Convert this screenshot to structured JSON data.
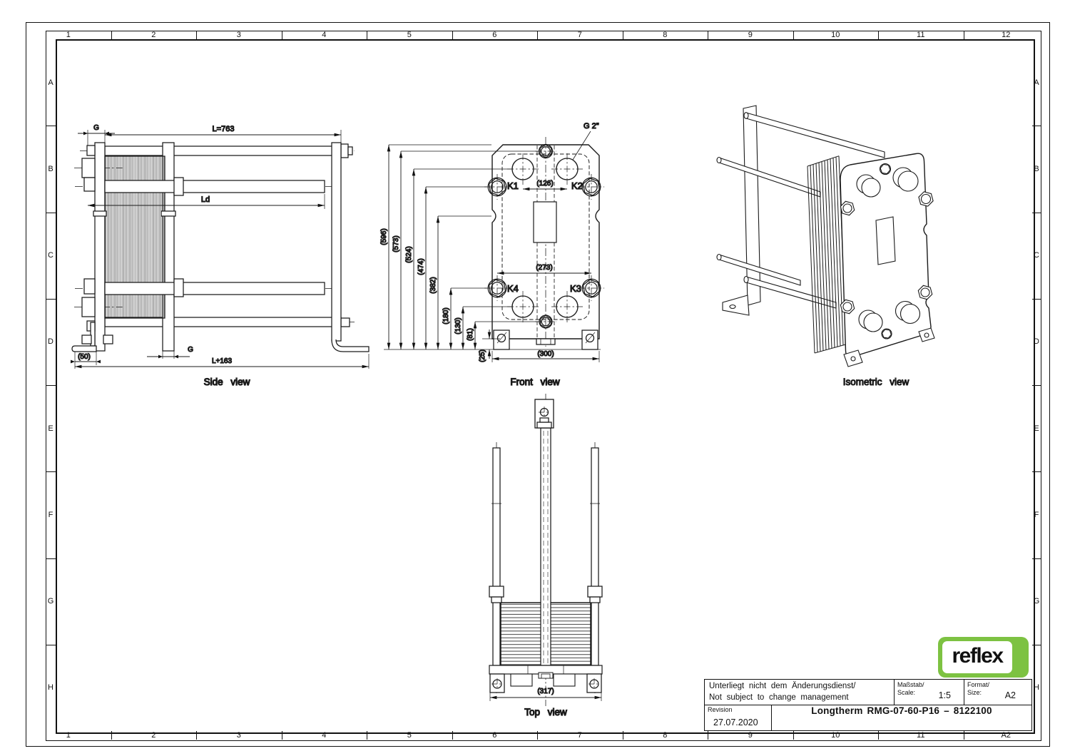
{
  "frame": {
    "cols_top": [
      "1",
      "2",
      "3",
      "4",
      "5",
      "6",
      "7",
      "8",
      "9",
      "10",
      "11",
      "12"
    ],
    "cols_bottom": [
      "1",
      "2",
      "3",
      "4",
      "5",
      "6",
      "7",
      "8",
      "9",
      "10",
      "11",
      "A2"
    ],
    "rows": [
      "A",
      "B",
      "C",
      "D",
      "E",
      "F",
      "G",
      "H"
    ]
  },
  "title_block": {
    "disclaimer_de": "Unterliegt nicht dem Änderungsdienst/",
    "disclaimer_en": "Not subject to change management",
    "scale_label_de": "Maßstab/",
    "scale_label_en": "Scale:",
    "scale_value": "1:5",
    "format_label_de": "Format/",
    "format_label_en": "Size:",
    "format_value": "A2",
    "revision_label": "Revision",
    "revision_date": "27.07.2020",
    "drawing_title": "Longtherm RMG-07-60-P16 – 8122100",
    "logo_text": "reflex",
    "logo_green": "#7DC242"
  },
  "views": {
    "side": {
      "label": "Side view",
      "dims": {
        "g_top": "G",
        "length": "L=763",
        "ld": "Ld",
        "g_bottom": "G",
        "offset50": "(50)",
        "total": "L+163"
      }
    },
    "front": {
      "label": "Front view",
      "connection": "G 2\"",
      "ports": {
        "k1": "K1",
        "k2": "K2",
        "k3": "K3",
        "k4": "K4"
      },
      "dims": {
        "w126": "(126)",
        "w273": "(273)",
        "w300": "(300)",
        "h596": "(596)",
        "h573": "(573)",
        "h524": "(524)",
        "h474": "(474)",
        "h382": "(382)",
        "h180": "(180)",
        "h130": "(130)",
        "h81": "(81)",
        "h25": "(25)"
      }
    },
    "top": {
      "label": "Top view",
      "dims": {
        "w317": "(317)"
      }
    },
    "iso": {
      "label": "Isometric view"
    }
  }
}
